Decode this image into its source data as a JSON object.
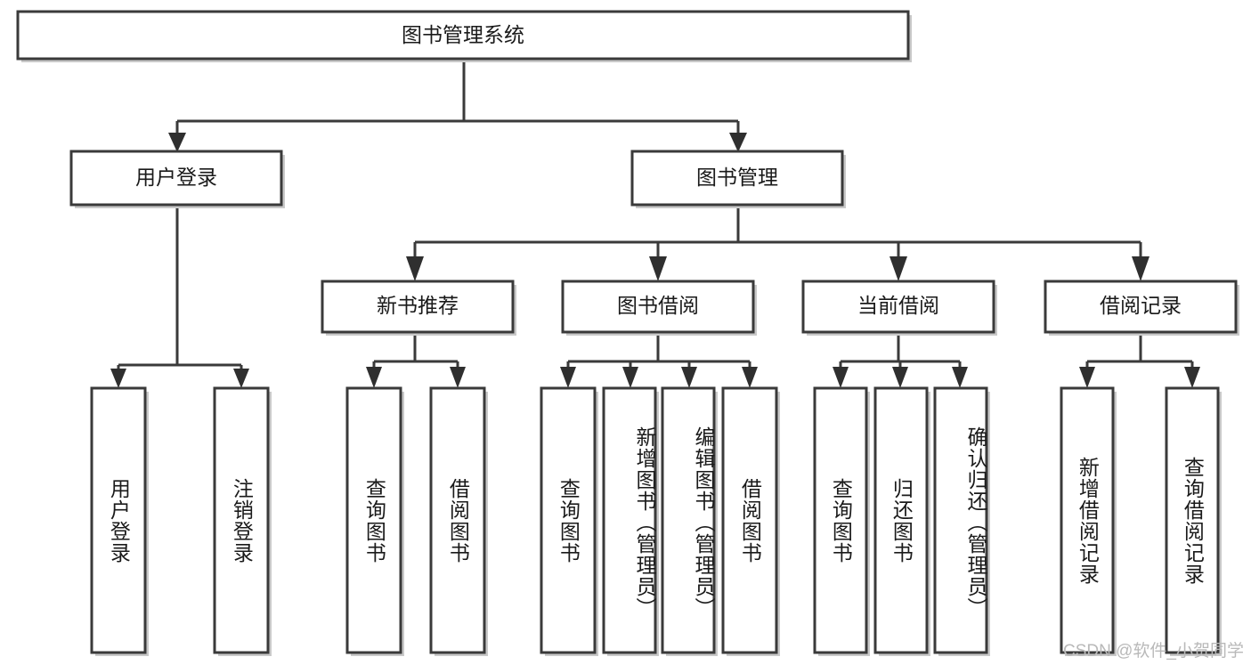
{
  "diagram": {
    "type": "tree",
    "title": "图书管理系统",
    "orientation": "top-down",
    "root": {
      "label": "图书管理系统",
      "level": 0
    },
    "level1": [
      {
        "label": "用户登录"
      },
      {
        "label": "图书管理"
      }
    ],
    "level2": [
      {
        "label": "新书推荐"
      },
      {
        "label": "图书借阅"
      },
      {
        "label": "当前借阅"
      },
      {
        "label": "借阅记录"
      }
    ],
    "leaves": {
      "user_login": [
        {
          "label": "用户登录"
        },
        {
          "label": "注销登录"
        }
      ],
      "new_book_rec": [
        {
          "label": "查询图书"
        },
        {
          "label": "借阅图书"
        }
      ],
      "book_borrow": [
        {
          "label": "查询图书"
        },
        {
          "label": "新增图书（管理员）"
        },
        {
          "label": "编辑图书（管理员）"
        },
        {
          "label": "借阅图书"
        }
      ],
      "current_borrow": [
        {
          "label": "查询图书"
        },
        {
          "label": "归还图书"
        },
        {
          "label": "确认归还（管理员）"
        }
      ],
      "borrow_record": [
        {
          "label": "新增借阅记录"
        },
        {
          "label": "查询借阅记录"
        }
      ]
    }
  },
  "watermark": {
    "text": "CSDN @软件_小贺同学"
  },
  "colors": {
    "box_stroke": "#3a3a3a",
    "box_fill": "#ffffff",
    "connector": "#3a3a3a",
    "text": "#1a1a1a",
    "watermark": "#b9b9b9"
  }
}
